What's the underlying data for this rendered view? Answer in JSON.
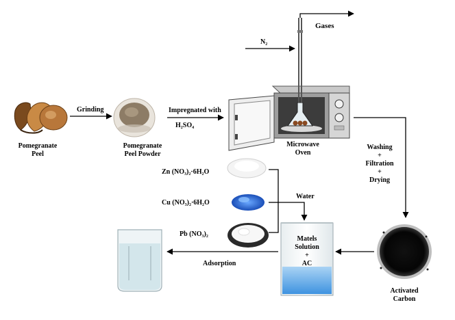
{
  "labels": {
    "pomegranate_peel": [
      "Pomegranate",
      "Peel"
    ],
    "grinding": "Grinding",
    "peel_powder": [
      "Pomegranate",
      "Peel Powder"
    ],
    "impregnated": "Impregnated with",
    "h2so4": "H₂SO₄",
    "n2": "N₂",
    "gases": "Gases",
    "microwave_oven": [
      "Microwave",
      "Oven"
    ],
    "post_treatment": [
      "Washing",
      "+",
      "Filtration",
      "+",
      "Drying"
    ],
    "zn_salt": "Zn (NO₃)₂·6H₂O",
    "cu_salt": "Cu (NO₃)₂·6H₂O",
    "pb_salt": "Pb (NO₃)₂",
    "water": "Water",
    "beaker_contents": [
      "Matels",
      "Solution",
      "+",
      "AC"
    ],
    "adsorption": "Adsorption",
    "activated_carbon": [
      "Activated",
      "Carbon"
    ]
  },
  "colors": {
    "line": "#000000",
    "copper_blue": "#2f6fd6",
    "solution_blue": "#5aa6e8",
    "carbon": "#0b0b0b",
    "peel": "#a0682a",
    "powder": "#8a7a66"
  }
}
